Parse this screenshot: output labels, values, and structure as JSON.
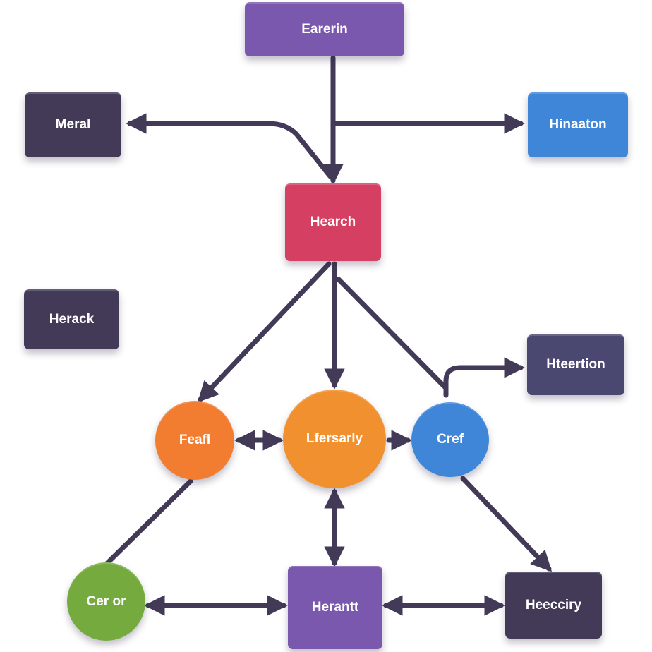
{
  "nodes": {
    "top": {
      "label": "Earerin",
      "color": "#7a58ad"
    },
    "left1": {
      "label": "Meral",
      "color": "#433a58"
    },
    "right1": {
      "label": "Hinaaton",
      "color": "#3f86d8"
    },
    "center": {
      "label": "Hearch",
      "color": "#d53f62"
    },
    "left2": {
      "label": "Herack",
      "color": "#433a58"
    },
    "right2": {
      "label": "Hteertion",
      "color": "#4a4770"
    },
    "c_left": {
      "label": "Feafl",
      "color": "#f27d31"
    },
    "c_mid": {
      "label": "Lfersarly",
      "color": "#f1902e"
    },
    "c_right": {
      "label": "Cref",
      "color": "#3f86d8"
    },
    "c_bottom": {
      "label": "Cer or",
      "color": "#74aa3e"
    },
    "b_mid": {
      "label": "Herantt",
      "color": "#7a58ad"
    },
    "b_right": {
      "label": "Heecciry",
      "color": "#433a58"
    }
  },
  "edge_color": "#433a58"
}
